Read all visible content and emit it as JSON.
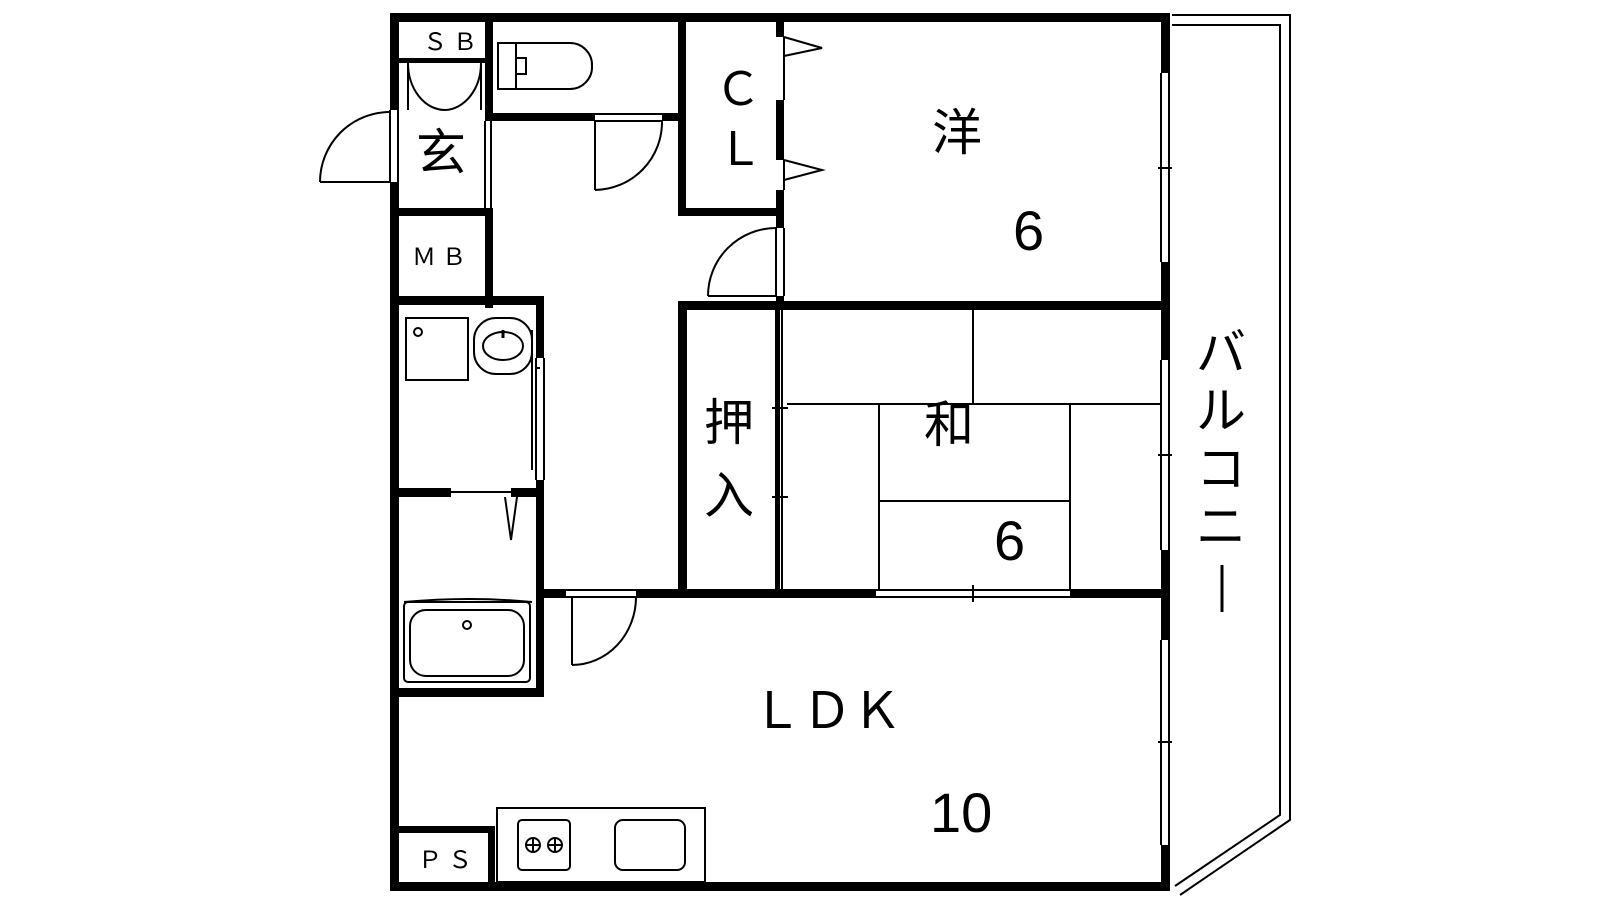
{
  "rooms": {
    "sb": "ＳＢ",
    "genkan": "玄",
    "mb": "ＭＢ",
    "cl_c": "Ｃ",
    "cl_l": "Ｌ",
    "yo": "洋",
    "yo_size": "6",
    "oshi_1": "押",
    "oshi_2": "入",
    "wa": "和",
    "wa_size": "6",
    "ldk": "ＬＤＫ",
    "ldk_size": "10",
    "ps": "ＰＳ",
    "balcony": [
      "バ",
      "ル",
      "コ",
      "ニ",
      "ー"
    ]
  }
}
